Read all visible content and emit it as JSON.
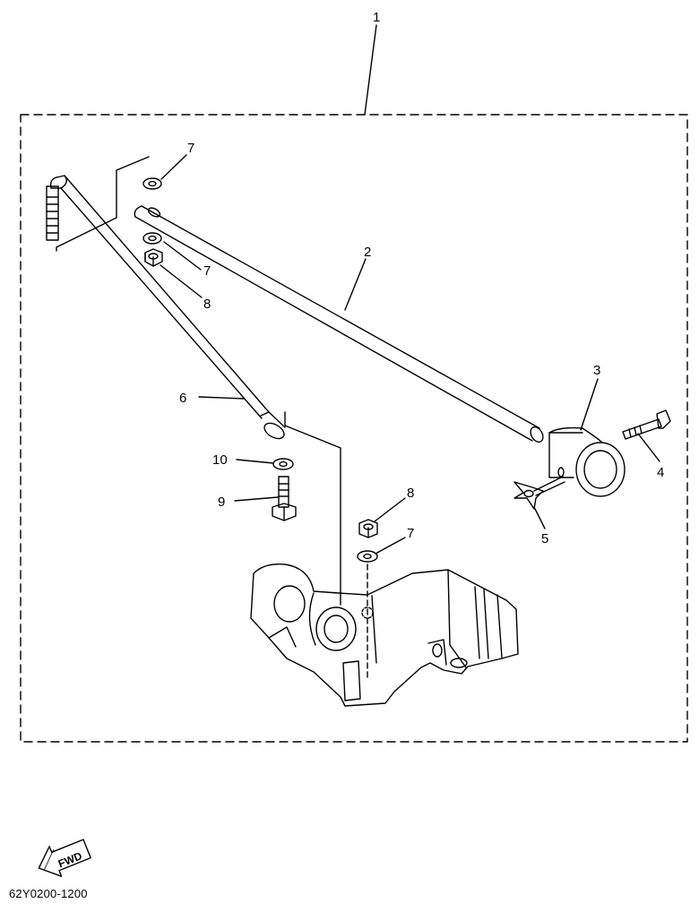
{
  "callouts": {
    "c1": "1",
    "c2": "2",
    "c3": "3",
    "c4": "4",
    "c5": "5",
    "c6": "6",
    "c7a": "7",
    "c7b": "7",
    "c7c": "7",
    "c8a": "8",
    "c8b": "8",
    "c9": "9",
    "c10": "10"
  },
  "fwd_label": "FWD",
  "drawing_code": "62Y0200-1200"
}
